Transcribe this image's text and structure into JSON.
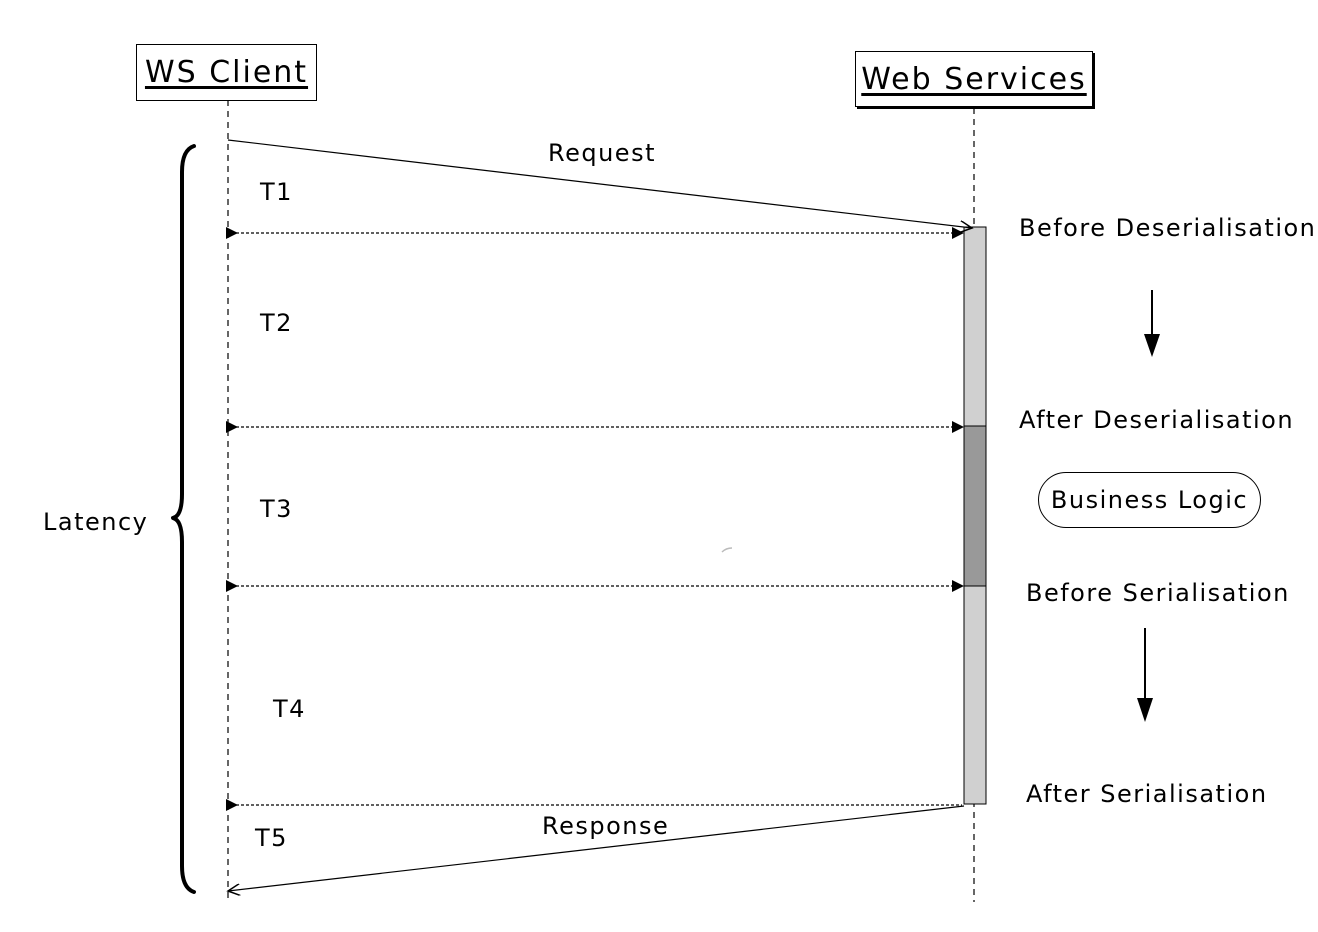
{
  "participants": {
    "client": "WS Client",
    "server": "Web Services"
  },
  "messages": {
    "request": "Request",
    "response": "Response"
  },
  "intervals": [
    "T1",
    "T2",
    "T3",
    "T4",
    "T5"
  ],
  "phases": {
    "before_deserialisation": "Before Deserialisation",
    "after_deserialisation": "After Deserialisation",
    "business_logic": "Business Logic",
    "before_serialisation": "Before Serialisation",
    "after_serialisation": "After Serialisation"
  },
  "latency": "Latency",
  "colors": {
    "serialisation_bar": "#d0d0d0",
    "business_logic_bar": "#999999"
  }
}
